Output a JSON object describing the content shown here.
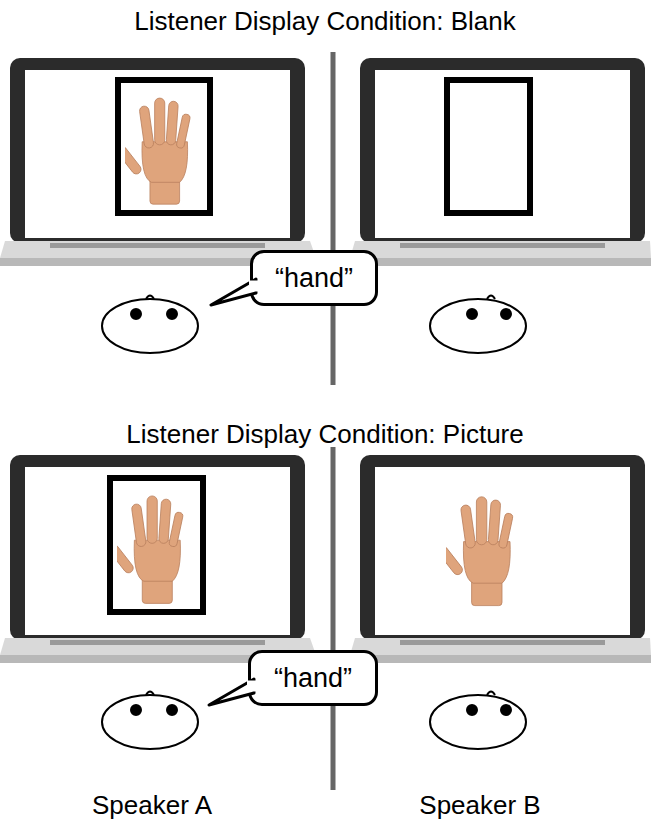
{
  "diagram": {
    "nodes": [
      {
        "text": [
          "“hand”"
        ]
      },
      {
        "text": [
          "“hand”"
        ]
      }
    ],
    "labels": [
      "Listener Display Condition: Blank",
      "Listener Display Condition: Picture",
      "Speaker A",
      "Speaker B"
    ]
  }
}
